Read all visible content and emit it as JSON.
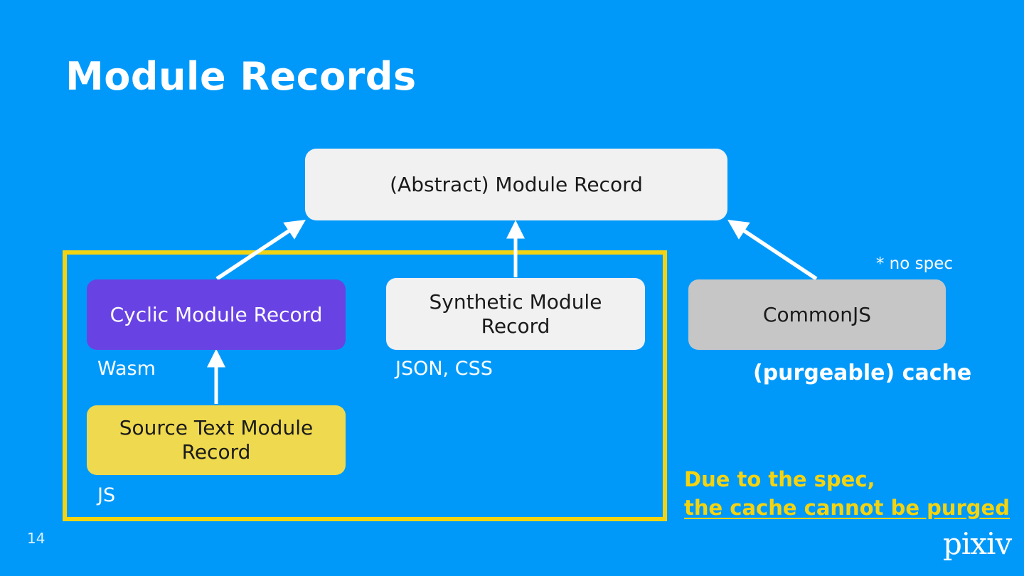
{
  "slide": {
    "title": "Module Records",
    "page_number": "14",
    "brand_logo": "pixiv",
    "background_color": "#0099fa"
  },
  "colors": {
    "background": "#0099fa",
    "frame_yellow": "#f4d411",
    "node_abstract": "#f1f1f1",
    "node_cyclic": "#6942e4",
    "node_synthetic": "#f1f1f1",
    "node_commonjs": "#c6c6c6",
    "node_sourcetext": "#efd94e",
    "text_white": "#ffffff",
    "text_dark": "#1a1a1a",
    "note_yellow": "#f4d411",
    "arrow_white": "#ffffff"
  },
  "diagram": {
    "type": "hierarchy",
    "nodes": [
      {
        "id": "abstract",
        "label": "(Abstract) Module Record",
        "fill": "#f1f1f1",
        "text_color": "#1a1a1a"
      },
      {
        "id": "cyclic",
        "label": "Cyclic Module Record",
        "fill": "#6942e4",
        "text_color": "#ffffff",
        "caption": "Wasm"
      },
      {
        "id": "synthetic",
        "label": "Synthetic Module Record",
        "fill": "#f1f1f1",
        "text_color": "#1a1a1a",
        "caption": "JSON, CSS"
      },
      {
        "id": "commonjs",
        "label": "CommonJS",
        "fill": "#c6c6c6",
        "text_color": "#1a1a1a",
        "caption": "(purgeable) cache"
      },
      {
        "id": "sourcetext",
        "label": "Source Text Module Record",
        "fill": "#efd94e",
        "text_color": "#1a1a1a",
        "caption": "JS"
      }
    ],
    "edges": [
      {
        "from": "cyclic",
        "to": "abstract",
        "style": "arrow"
      },
      {
        "from": "synthetic",
        "to": "abstract",
        "style": "arrow"
      },
      {
        "from": "commonjs",
        "to": "abstract",
        "style": "arrow"
      },
      {
        "from": "sourcetext",
        "to": "cyclic",
        "style": "arrow"
      }
    ],
    "group_frame": {
      "label": "",
      "border_color": "#f4d411",
      "contains": [
        "cyclic",
        "synthetic",
        "sourcetext"
      ]
    }
  },
  "captions": {
    "wasm": "Wasm",
    "json_css": "JSON, CSS",
    "js": "JS",
    "purgeable_cache": "(purgeable) cache"
  },
  "annotations": {
    "no_spec": "* no spec",
    "spec_note_line1": "Due to the spec,",
    "spec_note_line2": "the cache cannot be purged"
  }
}
